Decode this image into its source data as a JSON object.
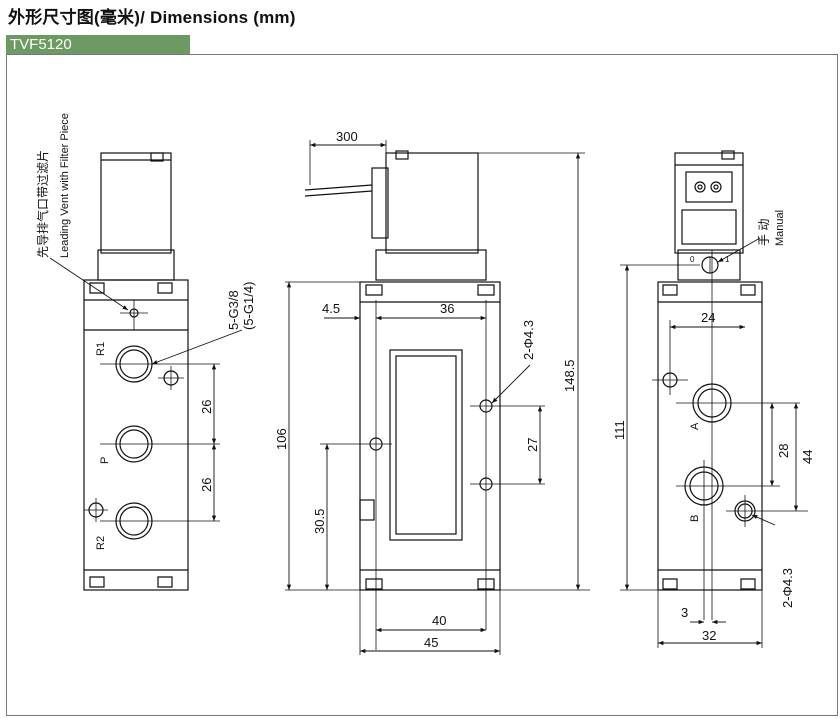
{
  "header": {
    "title": "外形尺寸图(毫米)/ Dimensions (mm)",
    "model_tab": "TVF5120"
  },
  "left_view": {
    "note_cn": "先导排气口带过滤片",
    "note_en": "Leading Vent with Filter Piece",
    "port_spec_1": "5-G3/8",
    "port_spec_2": "(5-G1/4)",
    "port_r1": "R1",
    "port_p": "P",
    "port_r2": "R2",
    "dim_26_top": "26",
    "dim_26_bottom": "26"
  },
  "front_view": {
    "dim_cable": "300",
    "dim_4_5": "4.5",
    "dim_36": "36",
    "dim_hole": "2-Φ4.3",
    "dim_148_5": "148.5",
    "dim_106": "106",
    "dim_27": "27",
    "dim_30_5": "30.5",
    "dim_40": "40",
    "dim_45": "45"
  },
  "right_view": {
    "manual_cn": "手 动",
    "manual_en": "Manual",
    "switch_0": "0",
    "switch_1": "1",
    "dim_24": "24",
    "dim_111": "111",
    "dim_28": "28",
    "dim_44": "44",
    "port_a": "A",
    "port_b": "B",
    "dim_hole": "2-Φ4.3",
    "dim_3": "3",
    "dim_32": "32"
  }
}
